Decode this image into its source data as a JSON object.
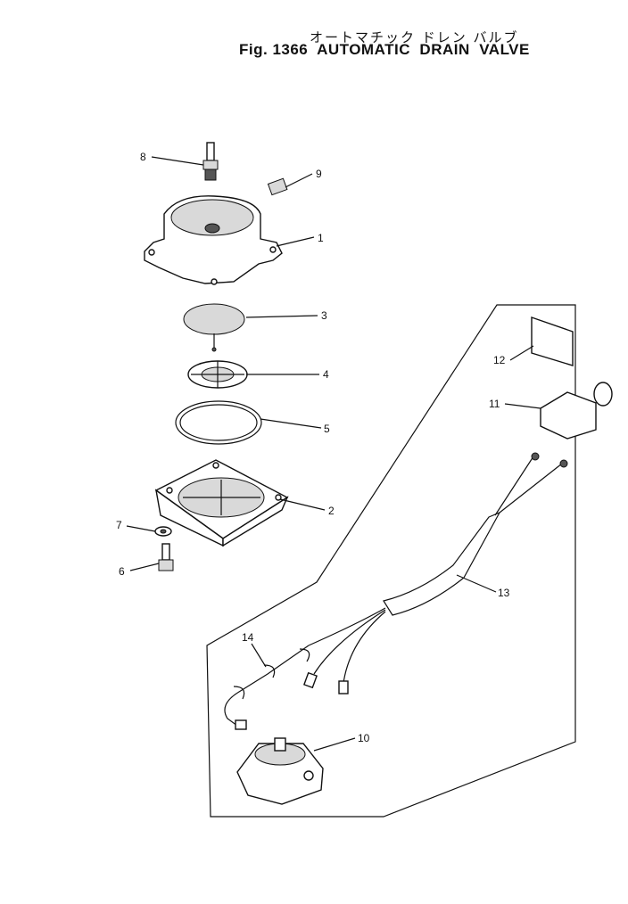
{
  "title": {
    "japanese": "オートマチック ドレン バルブ",
    "english": "Fig. 1366  AUTOMATIC  DRAIN  VALVE"
  },
  "callouts": [
    "8",
    "9",
    "1",
    "3",
    "4",
    "5",
    "2",
    "7",
    "6",
    "12",
    "11",
    "13",
    "14",
    "10"
  ]
}
